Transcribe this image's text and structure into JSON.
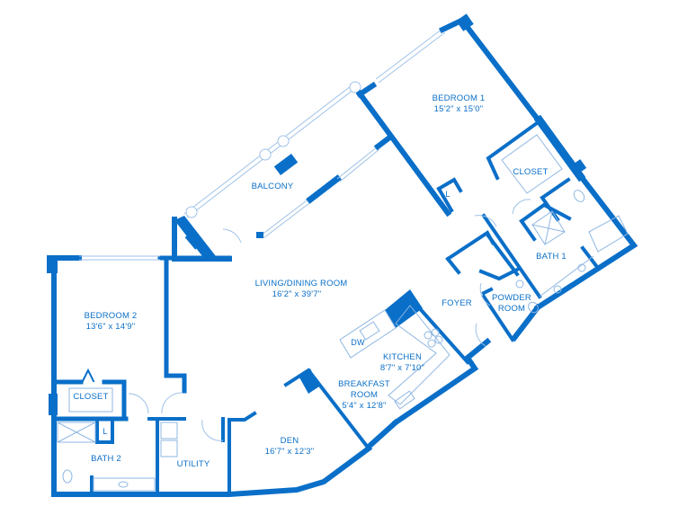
{
  "diagram": {
    "type": "floor-plan",
    "wall_color": "#0a6fc8",
    "fixture_color": "#9fc2e8",
    "rooms": [
      {
        "id": "bedroom1",
        "name": "BEDROOM 1",
        "dimensions": "15'2\" x 15'0\""
      },
      {
        "id": "closet1",
        "name": "CLOSET",
        "dimensions": ""
      },
      {
        "id": "balcony",
        "name": "BALCONY",
        "dimensions": ""
      },
      {
        "id": "living",
        "name": "LIVING/DINING ROOM",
        "dimensions": "16'2\" x 39'7\""
      },
      {
        "id": "foyer",
        "name": "FOYER",
        "dimensions": ""
      },
      {
        "id": "bath1",
        "name": "BATH 1",
        "dimensions": ""
      },
      {
        "id": "powder",
        "name": "POWDER",
        "name2": "ROOM",
        "dimensions": ""
      },
      {
        "id": "kitchen",
        "name": "KITCHEN",
        "dimensions": "8'7\" x 7'10\""
      },
      {
        "id": "breakfast",
        "name": "BREAKFAST",
        "name2": "ROOM",
        "dimensions": "5'4\" x 12'8\""
      },
      {
        "id": "bedroom2",
        "name": "BEDROOM 2",
        "dimensions": "13'6\" x 14'9\""
      },
      {
        "id": "closet2",
        "name": "CLOSET",
        "dimensions": ""
      },
      {
        "id": "bath2",
        "name": "BATH 2",
        "dimensions": ""
      },
      {
        "id": "utility",
        "name": "UTILITY",
        "dimensions": ""
      },
      {
        "id": "den",
        "name": "DEN",
        "dimensions": "16'7\" x 12'3\""
      }
    ],
    "fixtures": {
      "dishwasher": "DW",
      "linen_bath1": "L",
      "linen_bath2": "L"
    }
  }
}
